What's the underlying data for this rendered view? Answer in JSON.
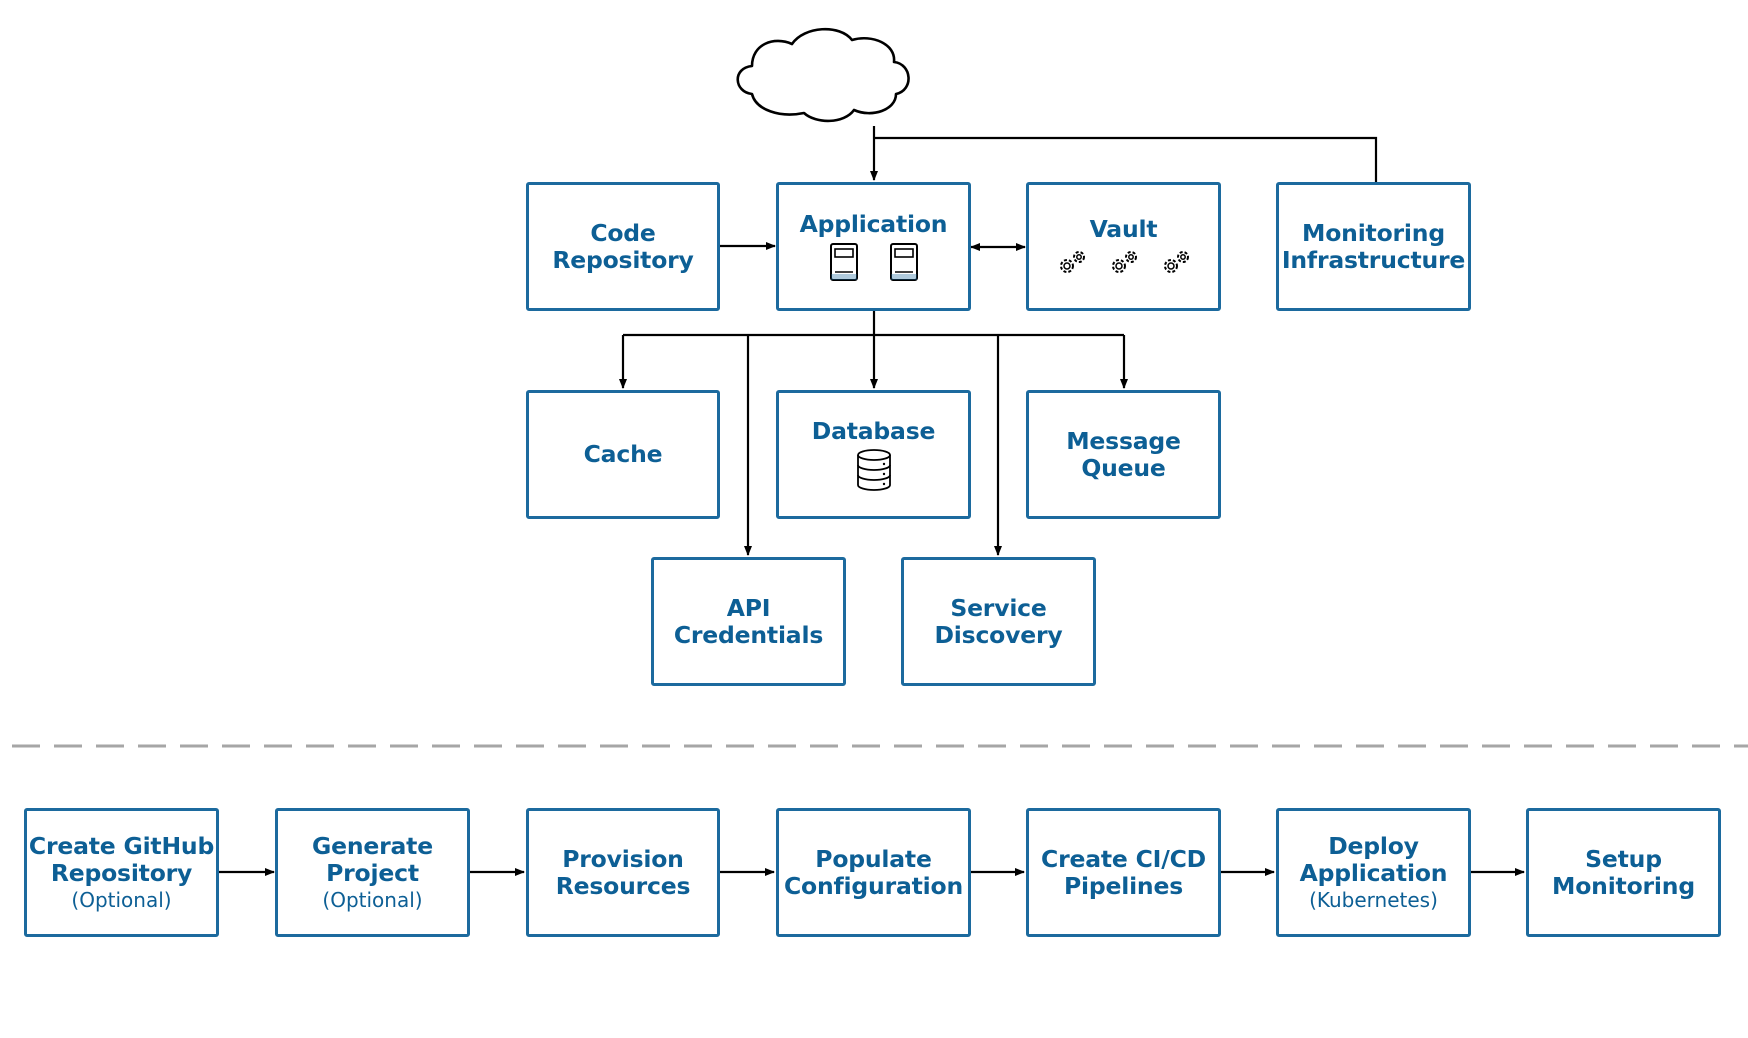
{
  "colors": {
    "box_border": "#1c6a9e",
    "text": "#0d5f95",
    "arrow": "#000000",
    "divider": "#a6a6a6"
  },
  "architecture": {
    "cloud_icon": "cloud-icon",
    "code_repository": {
      "line1": "Code",
      "line2": "Repository"
    },
    "application": {
      "label": "Application",
      "icon": "server-icon"
    },
    "vault": {
      "label": "Vault",
      "icon": "gears-icon"
    },
    "monitoring_infrastructure": {
      "line1": "Monitoring",
      "line2": "Infrastructure"
    },
    "cache": {
      "label": "Cache"
    },
    "database": {
      "label": "Database",
      "icon": "database-icon"
    },
    "message_queue": {
      "line1": "Message",
      "line2": "Queue"
    },
    "api_credentials": {
      "line1": "API",
      "line2": "Credentials"
    },
    "service_discovery": {
      "line1": "Service",
      "line2": "Discovery"
    }
  },
  "pipeline": {
    "steps": [
      {
        "line1": "Create GitHub",
        "line2": "Repository",
        "note": "(Optional)"
      },
      {
        "line1": "Generate",
        "line2": "Project",
        "note": "(Optional)"
      },
      {
        "line1": "Provision",
        "line2": "Resources"
      },
      {
        "line1": "Populate",
        "line2": "Configuration"
      },
      {
        "line1": "Create CI/CD",
        "line2": "Pipelines"
      },
      {
        "line1": "Deploy",
        "line2": "Application",
        "note": "(Kubernetes)"
      },
      {
        "line1": "Setup",
        "line2": "Monitoring"
      }
    ]
  }
}
